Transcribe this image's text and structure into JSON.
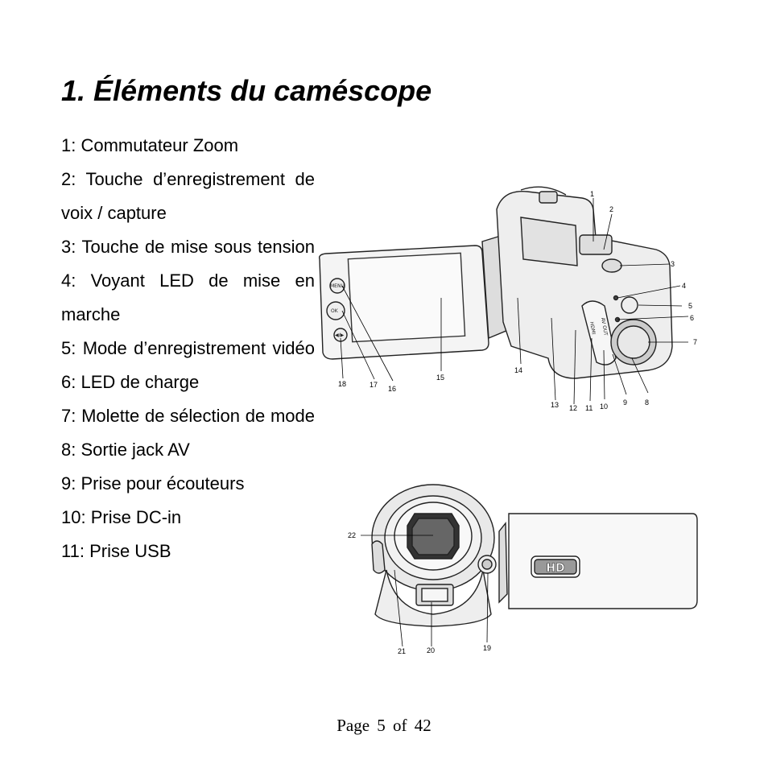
{
  "title": "1. Éléments du caméscope",
  "items": [
    "1: Commutateur Zoom",
    "2: Touche d’enregistrement de voix / capture",
    "3: Touche de mise sous tension",
    "4: Voyant LED de mise en marche",
    "5: Mode d’enregistrement vidéo",
    "6: LED de charge",
    "7: Molette de sélection de mode",
    "8: Sortie jack AV",
    "9: Prise pour écouteurs",
    "10:  Prise DC-in",
    "11:  Prise USB"
  ],
  "diagram_top": {
    "callouts": [
      "1",
      "2",
      "3",
      "4",
      "5",
      "6",
      "7",
      "8",
      "9",
      "10",
      "11",
      "12",
      "13",
      "14",
      "15",
      "16",
      "17",
      "18"
    ],
    "button_labels": [
      "MENU",
      "OK",
      "◀/▶"
    ],
    "port_labels": [
      "HDMI",
      "AV OUT"
    ]
  },
  "diagram_bottom": {
    "callouts": [
      "19",
      "20",
      "21",
      "22"
    ],
    "badge": "HD"
  },
  "footer": {
    "page_label": "Page",
    "page_number": "5",
    "of_label": "of",
    "total_pages": "42"
  }
}
